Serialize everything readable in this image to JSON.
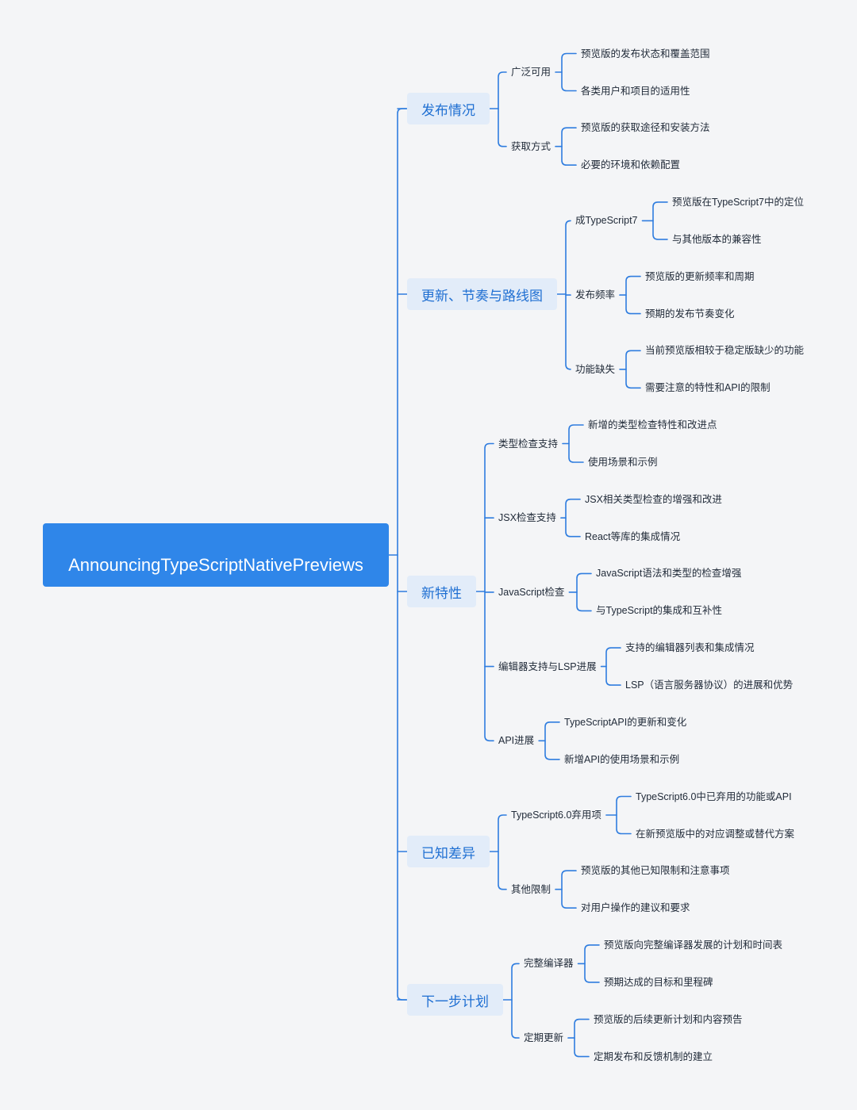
{
  "root": {
    "label": "AnnouncingTypeScriptNativePreviews"
  },
  "colors": {
    "line": "#2f7ddf",
    "root_bg": "#2f86e9",
    "branch_bg": "#e2ecf9",
    "branch_text": "#1f6fd2",
    "background": "#f4f5f7"
  },
  "branches": [
    {
      "label": "发布情况",
      "children": [
        {
          "label": "广泛可用",
          "children": [
            "预览版的发布状态和覆盖范围",
            "各类用户和项目的适用性"
          ]
        },
        {
          "label": "获取方式",
          "children": [
            "预览版的获取途径和安装方法",
            "必要的环境和依赖配置"
          ]
        }
      ]
    },
    {
      "label": "更新、节奏与路线图",
      "children": [
        {
          "label": "成TypeScript7",
          "children": [
            "预览版在TypeScript7中的定位",
            "与其他版本的兼容性"
          ]
        },
        {
          "label": "发布频率",
          "children": [
            "预览版的更新频率和周期",
            "预期的发布节奏变化"
          ]
        },
        {
          "label": "功能缺失",
          "children": [
            "当前预览版相较于稳定版缺少的功能",
            "需要注意的特性和API的限制"
          ]
        }
      ]
    },
    {
      "label": "新特性",
      "children": [
        {
          "label": "类型检查支持",
          "children": [
            "新增的类型检查特性和改进点",
            "使用场景和示例"
          ]
        },
        {
          "label": "JSX检查支持",
          "children": [
            "JSX相关类型检查的增强和改进",
            "React等库的集成情况"
          ]
        },
        {
          "label": "JavaScript检查",
          "children": [
            "JavaScript语法和类型的检查增强",
            "与TypeScript的集成和互补性"
          ]
        },
        {
          "label": "编辑器支持与LSP进展",
          "children": [
            "支持的编辑器列表和集成情况",
            "LSP（语言服务器协议）的进展和优势"
          ]
        },
        {
          "label": "API进展",
          "children": [
            "TypeScriptAPI的更新和变化",
            "新增API的使用场景和示例"
          ]
        }
      ]
    },
    {
      "label": "已知差异",
      "children": [
        {
          "label": "TypeScript6.0弃用项",
          "children": [
            "TypeScript6.0中已弃用的功能或API",
            "在新预览版中的对应调整或替代方案"
          ]
        },
        {
          "label": "其他限制",
          "children": [
            "预览版的其他已知限制和注意事项",
            "对用户操作的建议和要求"
          ]
        }
      ]
    },
    {
      "label": "下一步计划",
      "children": [
        {
          "label": "完整编译器",
          "children": [
            "预览版向完整编译器发展的计划和时间表",
            "预期达成的目标和里程碑"
          ]
        },
        {
          "label": "定期更新",
          "children": [
            "预览版的后续更新计划和内容预告",
            "定期发布和反馈机制的建立"
          ]
        }
      ]
    }
  ]
}
